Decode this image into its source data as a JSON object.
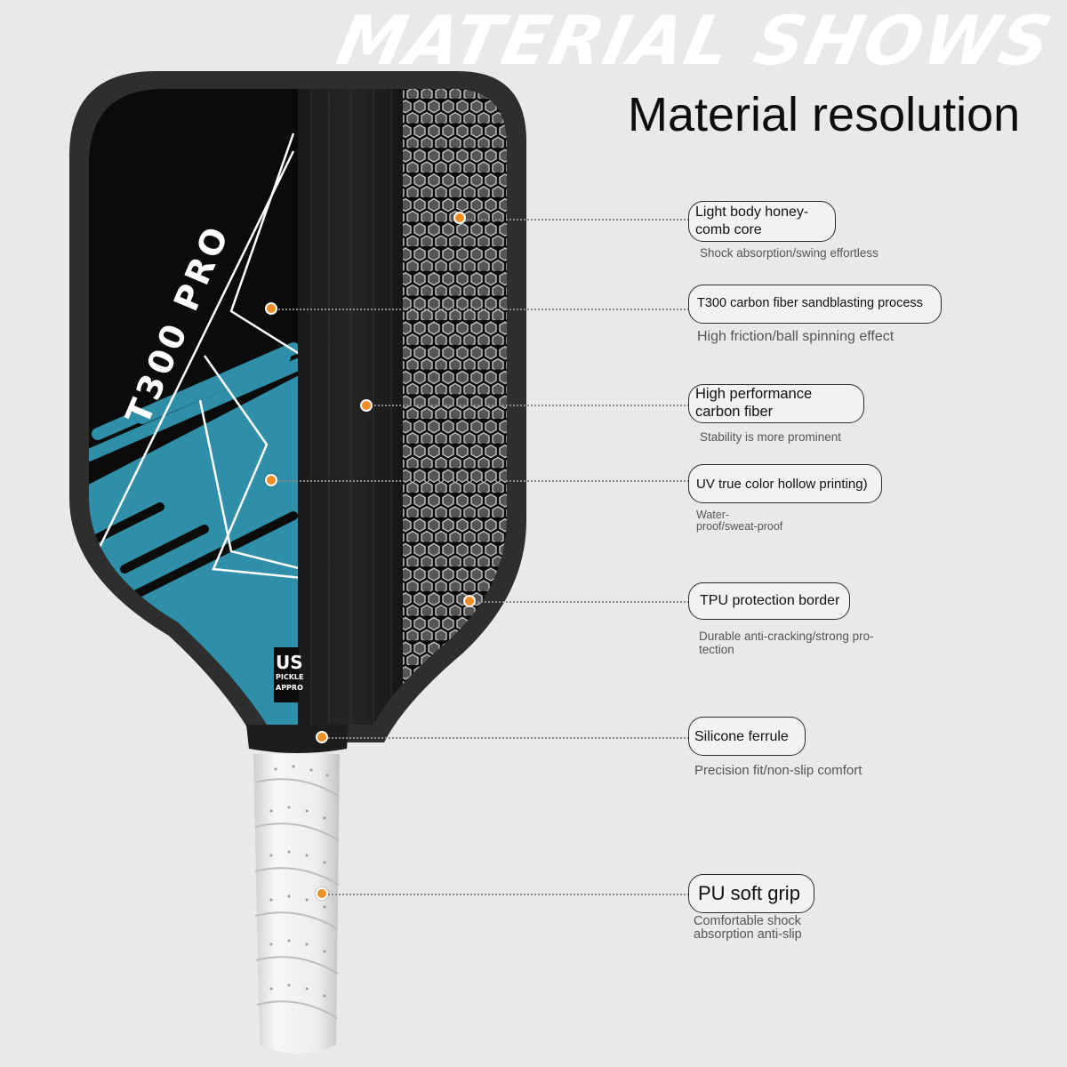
{
  "header": {
    "headline": "MATERIAL SHOWS",
    "subtitle": "Material resolution"
  },
  "paddle": {
    "model_text": "T300 PRO",
    "badge_line1": "US",
    "badge_line2": "PICKLE",
    "badge_line3": "APPRO"
  },
  "colors": {
    "accent": "#ef8d27",
    "teal": "#2f8ea8",
    "face_black": "#0b0b0b",
    "edge_guard": "#2e2e2e",
    "grip": "#ececec"
  },
  "callouts": [
    {
      "label_line1": "Light body honey-",
      "label_line2": "comb core",
      "desc_line1": "Shock absorption/swing effortless",
      "desc_line2": ""
    },
    {
      "label_line1": "T300 carbon fiber sandblasting process",
      "label_line2": "",
      "desc_line1": "High friction/ball spinning effect",
      "desc_line2": ""
    },
    {
      "label_line1": "High performance",
      "label_line2": "carbon fiber",
      "desc_line1": "Stability is more prominent",
      "desc_line2": ""
    },
    {
      "label_line1": "UV true color hollow printing)",
      "label_line2": "",
      "desc_line1": "Water-",
      "desc_line2": "proof/sweat-proof"
    },
    {
      "label_line1": "TPU protection border",
      "label_line2": "",
      "desc_line1": "Durable anti-cracking/strong pro-",
      "desc_line2": "tection"
    },
    {
      "label_line1": "Silicone ferrule",
      "label_line2": "",
      "desc_line1": "Precision fit/non-slip comfort",
      "desc_line2": ""
    },
    {
      "label_line1": "PU soft grip",
      "label_line2": "",
      "desc_line1": "Comfortable shock",
      "desc_line2": "absorption anti-slip"
    }
  ]
}
